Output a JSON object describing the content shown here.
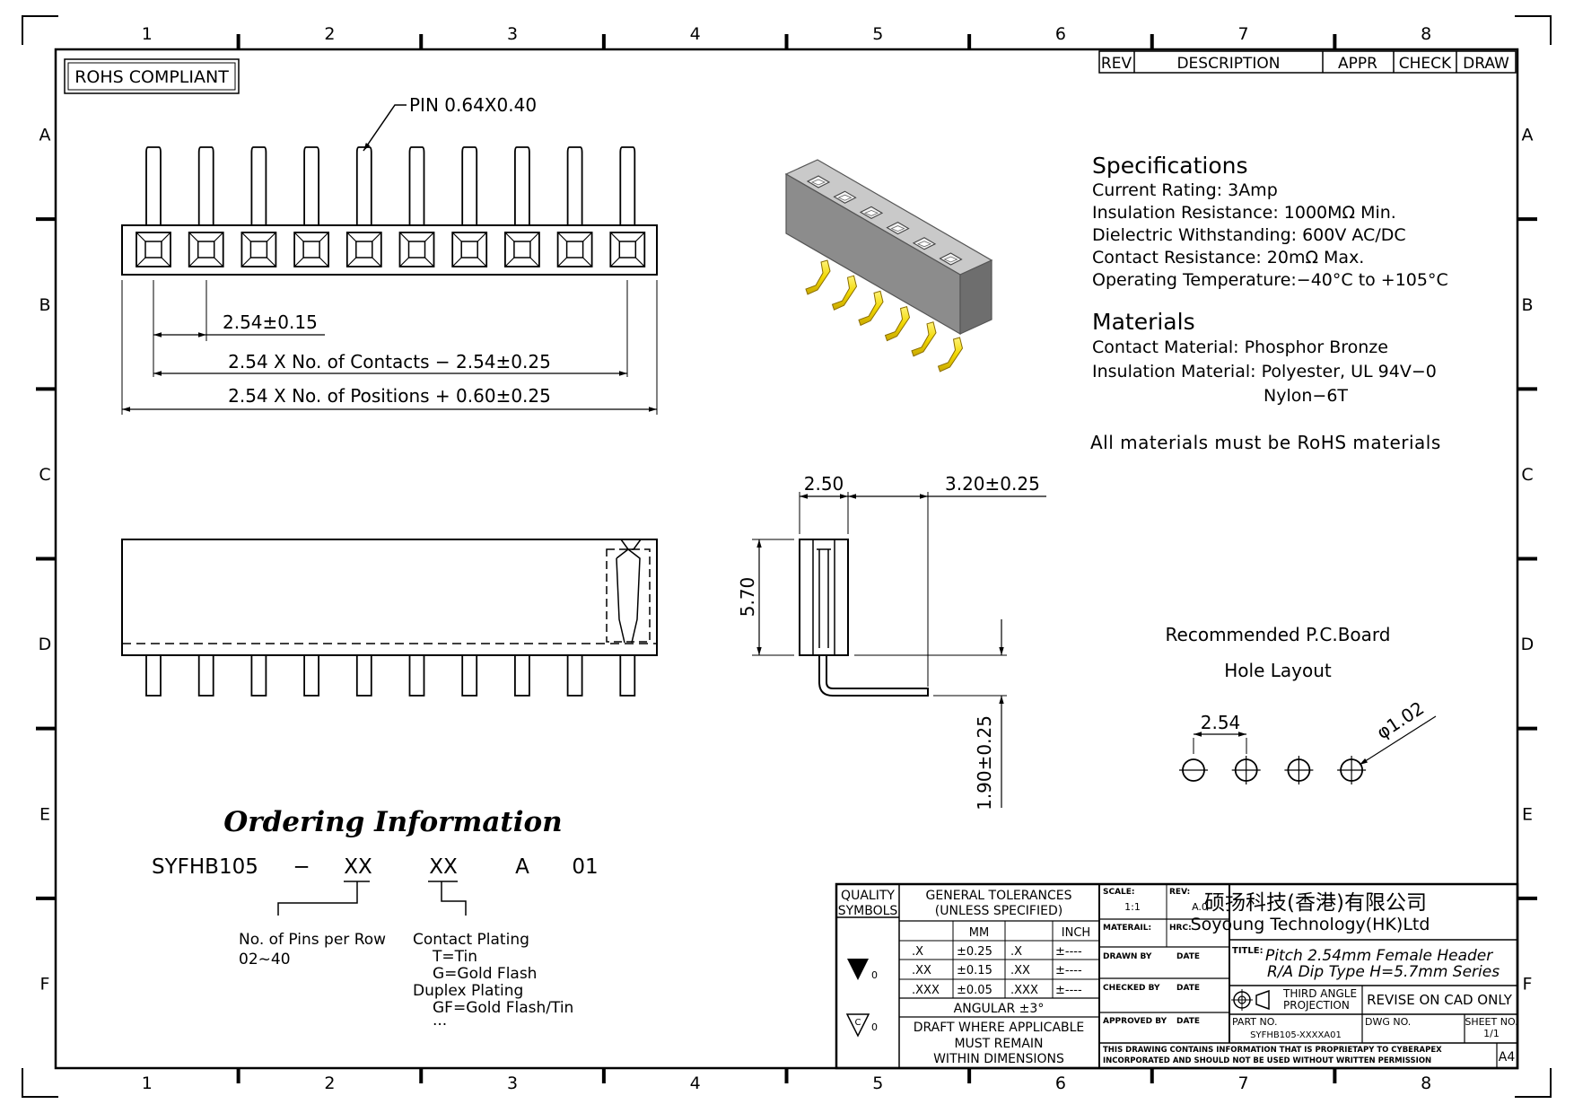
{
  "border": {
    "columns": [
      "1",
      "2",
      "3",
      "4",
      "5",
      "6",
      "7",
      "8"
    ],
    "rows": [
      "A",
      "B",
      "C",
      "D",
      "E",
      "F"
    ]
  },
  "rohs_label": "ROHS COMPLIANT",
  "revision_block": {
    "rev": "REV",
    "description": "DESCRIPTION",
    "appr": "APPR",
    "check": "CHECK",
    "draw": "DRAW"
  },
  "top_view": {
    "pin_count": 10,
    "pin_label": "PIN 0.64X0.40",
    "dim_pitch": "2.54±0.15",
    "dim_contacts": "2.54 X No. of Contacts − 2.54±0.25",
    "dim_positions": "2.54 X No. of Positions + 0.60±0.25"
  },
  "specifications": {
    "heading": "Specifications",
    "lines": [
      "Current Rating:   3Amp",
      "Insulation Resistance: 1000MΩ Min.",
      "Dielectric Withstanding:   600V AC/DC",
      "Contact Resistance:   20mΩ Max.",
      "Operating Temperature:−40°C to +105°C"
    ]
  },
  "materials": {
    "heading": "Materials",
    "lines": [
      "Contact Material: Phosphor Bronze",
      "Insulation Material: Polyester, UL 94V−0",
      "Nylon−6T"
    ],
    "note": "All materials must be RoHS materials"
  },
  "side_view": {
    "dim_width": "2.50",
    "dim_offset": "3.20±0.25",
    "dim_height": "5.70",
    "dim_tail": "1.90±0.25"
  },
  "pcb_layout": {
    "title_line1": "Recommended P.C.Board",
    "title_line2": "Hole Layout",
    "dim_pitch": "2.54",
    "dim_hole": "φ1.02",
    "hole_count": 4
  },
  "ordering": {
    "title": "Ordering Information",
    "code_parts": [
      "SYFHB105",
      "−",
      "XX",
      "XX",
      "A",
      "01"
    ],
    "pins_label": "No. of Pins per Row",
    "pins_range": "02~40",
    "plating_label": "Contact Plating",
    "plating_options": [
      "T=Tin",
      "G=Gold Flash",
      "Duplex Plating",
      "GF=Gold Flash/Tin",
      "..."
    ]
  },
  "title_block": {
    "quality": "QUALITY",
    "symbols": "SYMBOLS",
    "gen_tol": "GENERAL TOLERANCES",
    "unless": "(UNLESS SPECIFIED)",
    "mm": "MM",
    "inch": "INCH",
    "tol_rows": [
      {
        "p": ".X",
        "mm": "±0.25",
        "ip": ".X",
        "inch": "±----"
      },
      {
        "p": ".XX",
        "mm": "±0.15",
        "ip": ".XX",
        "inch": "±----"
      },
      {
        "p": ".XXX",
        "mm": "±0.05",
        "ip": ".XXX",
        "inch": "±----"
      }
    ],
    "angular": "ANGULAR ±3°",
    "draft1": "DRAFT WHERE APPLICABLE",
    "draft2": "MUST REMAIN",
    "draft3": "WITHIN DIMENSIONS",
    "sym_suffix": "0",
    "scale_label": "SCALE:",
    "scale_value": "1:1",
    "rev_label": "REV:",
    "rev_value": "A.0",
    "material_label": "MATERAIL:",
    "hrc_label": "HRC:",
    "drawn_by": "DRAWN BY",
    "checked_by": "CHECKED BY",
    "approved_by": "APPROVED BY",
    "date": "DATE",
    "company_cn": "硕扬科技(香港)有限公司",
    "company_en": "Soyoung Technology(HK)Ltd",
    "title_label": "TITLE:",
    "title1": "Pitch 2.54mm Female Header",
    "title2": "R/A Dip Type H=5.7mm Series",
    "projection1": "THIRD ANGLE",
    "projection2": "PROJECTION",
    "revise_note": "REVISE ON CAD ONLY",
    "part_no_label": "PART NO.",
    "part_no": "SYFHB105-XXXXA01",
    "dwg_no_label": "DWG NO.",
    "sheet_label": "SHEET NO.",
    "sheet_value": "1/1",
    "notice1": "THIS DRAWING CONTAINS INFORMATION THAT IS PROPRIETAPY TO CYBERAPEX",
    "notice2": "INCORPORATED AND SHOULD NOT BE USED WITHOUT WRITTEN PERMISSION",
    "size": "A4"
  }
}
